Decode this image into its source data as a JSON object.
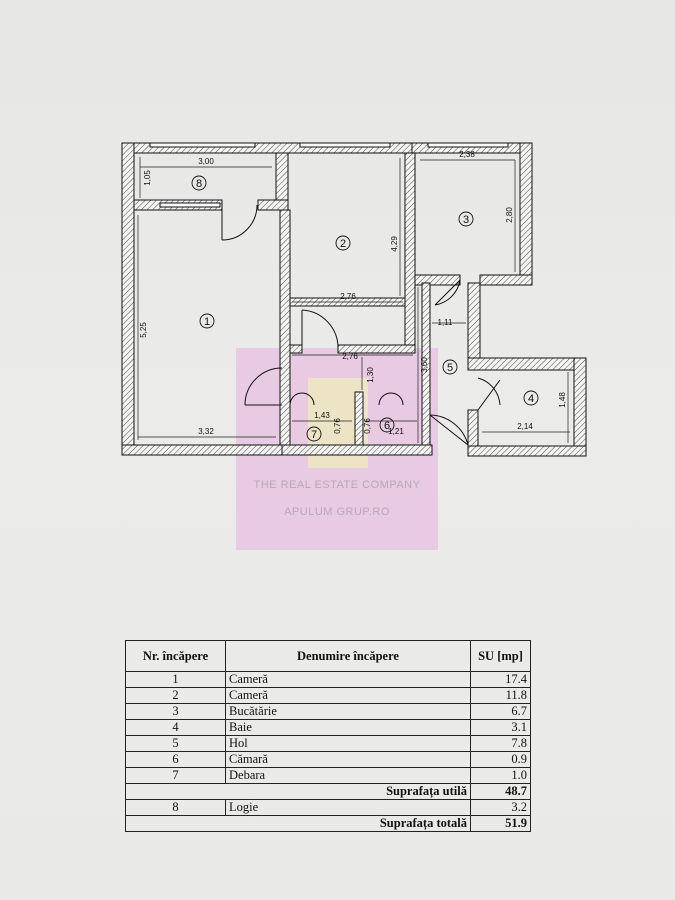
{
  "plan": {
    "rooms": [
      {
        "num": "1"
      },
      {
        "num": "2"
      },
      {
        "num": "3"
      },
      {
        "num": "4"
      },
      {
        "num": "5"
      },
      {
        "num": "6"
      },
      {
        "num": "7"
      },
      {
        "num": "8"
      }
    ],
    "dims": {
      "d305": "3,00",
      "d105": "1,05",
      "d238": "2,38",
      "d280": "2,80",
      "d429": "4,29",
      "d276a": "2,76",
      "d276b": "2,76",
      "d525": "5,25",
      "d111": "1,11",
      "d130": "1,30",
      "d360": "3,60",
      "d148": "1,48",
      "d143": "1,43",
      "d076a": "0,76",
      "d076b": "0,76",
      "d121": "1,21",
      "d332": "3,32",
      "d214": "2,14"
    },
    "watermark": {
      "line1": "THE REAL ESTATE COMPANY",
      "line2": "APULUM GRUP.RO"
    }
  },
  "table": {
    "headers": {
      "nr": "Nr. încăpere",
      "name": "Denumire încăpere",
      "su": "SU [mp]"
    },
    "rows": [
      {
        "nr": "1",
        "name": "Cameră",
        "su": "17.4"
      },
      {
        "nr": "2",
        "name": "Cameră",
        "su": "11.8"
      },
      {
        "nr": "3",
        "name": "Bucătărie",
        "su": "6.7"
      },
      {
        "nr": "4",
        "name": "Baie",
        "su": "3.1"
      },
      {
        "nr": "5",
        "name": "Hol",
        "su": "7.8"
      },
      {
        "nr": "6",
        "name": "Cămară",
        "su": "0.9"
      },
      {
        "nr": "7",
        "name": "Debara",
        "su": "1.0"
      }
    ],
    "useful": {
      "label": "Suprafața utilă",
      "value": "48.7"
    },
    "extra": {
      "nr": "8",
      "name": "Logie",
      "su": "3.2"
    },
    "total": {
      "label": "Suprafața totală",
      "value": "51.9"
    }
  }
}
